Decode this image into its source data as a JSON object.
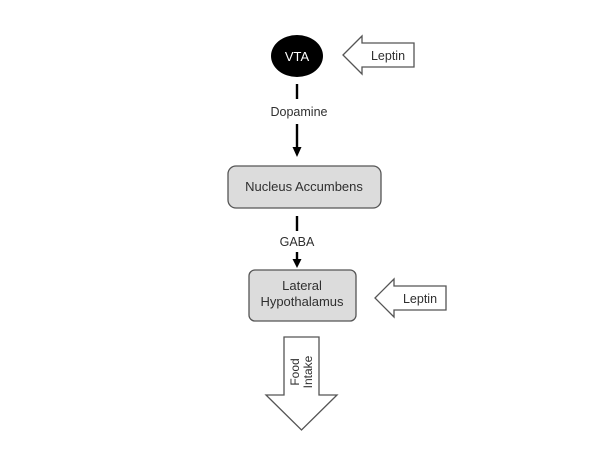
{
  "diagram": {
    "nodes": {
      "vta": "VTA",
      "nucleus_accumbens": "Nucleus Accumbens",
      "lateral_hypothalamus": [
        "Lateral",
        "Hypothalamus"
      ]
    },
    "edges": {
      "dopamine": "Dopamine",
      "gaba": "GABA"
    },
    "inputs": {
      "leptin_to_vta": "Leptin",
      "leptin_to_lh": "Leptin"
    },
    "output": {
      "food_intake": [
        "Food",
        "Intake"
      ]
    }
  }
}
